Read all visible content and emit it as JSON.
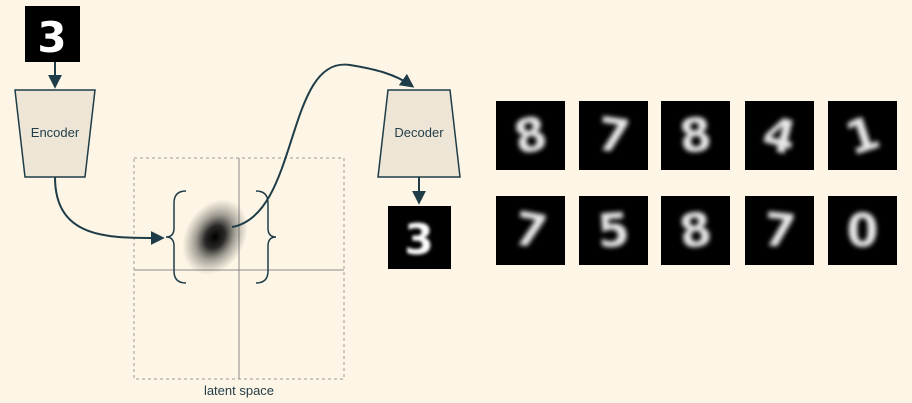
{
  "encoder": {
    "label": "Encoder"
  },
  "decoder": {
    "label": "Decoder"
  },
  "latent_space": {
    "caption": "latent space"
  },
  "input_digit": {
    "glyph": "3"
  },
  "output_digit": {
    "glyph": "3"
  },
  "samples": [
    {
      "glyph": "8"
    },
    {
      "glyph": "7"
    },
    {
      "glyph": "8"
    },
    {
      "glyph": "4"
    },
    {
      "glyph": "1"
    },
    {
      "glyph": "7"
    },
    {
      "glyph": "5"
    },
    {
      "glyph": "8"
    },
    {
      "glyph": "7"
    },
    {
      "glyph": "0"
    }
  ],
  "colors": {
    "background": "#fdf5e5",
    "box_fill": "#ede6d6",
    "stroke": "#1f3d48",
    "grid": "#8a8a8a"
  }
}
